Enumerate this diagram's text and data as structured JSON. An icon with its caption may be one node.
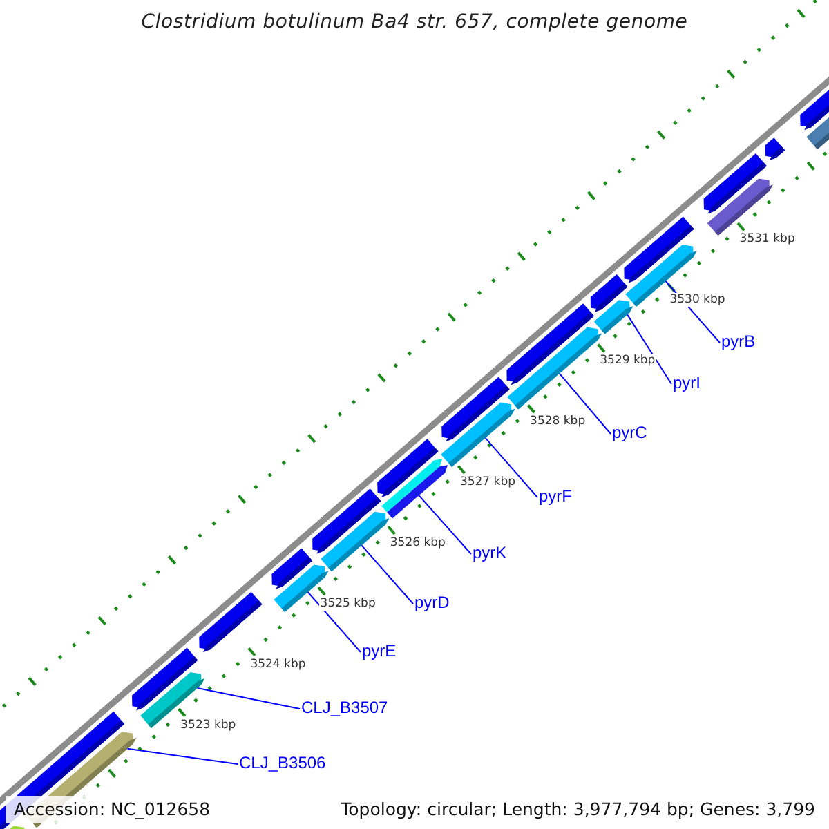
{
  "diagram": {
    "title": "Clostridium botulinum Ba4 str. 657, complete genome",
    "nodes": [
      {
        "text": [
          "pyrB"
        ]
      },
      {
        "text": [
          "pyrI"
        ]
      },
      {
        "text": [
          "pyrC"
        ]
      },
      {
        "text": [
          "pyrF"
        ]
      },
      {
        "text": [
          "pyrK"
        ]
      },
      {
        "text": [
          "pyrD"
        ]
      },
      {
        "text": [
          "pyrE"
        ]
      },
      {
        "text": [
          "CLJ_B3507"
        ]
      },
      {
        "text": [
          "CLJ_B3506"
        ]
      },
      {
        "text": [],
        "shape": "bar"
      },
      {
        "text": [],
        "shape": "bar"
      },
      {
        "text": [],
        "shape": "bar"
      },
      {
        "text": [],
        "shape": "bar"
      },
      {
        "text": [],
        "shape": "bar"
      },
      {
        "text": [],
        "shape": "bar"
      },
      {
        "text": [],
        "shape": "bar"
      },
      {
        "text": [],
        "shape": "bar"
      },
      {
        "text": [],
        "shape": "bar"
      }
    ],
    "edges": [
      {
        "from": 0,
        "to": 9,
        "arrow": "none"
      },
      {
        "from": 1,
        "to": 10,
        "arrow": "none"
      },
      {
        "from": 2,
        "to": 11,
        "arrow": "none"
      },
      {
        "from": 3,
        "to": 12,
        "arrow": "none"
      },
      {
        "from": 4,
        "to": 13,
        "arrow": "none"
      },
      {
        "from": 5,
        "to": 14,
        "arrow": "none"
      },
      {
        "from": 6,
        "to": 15,
        "arrow": "none"
      },
      {
        "from": 7,
        "to": 16,
        "arrow": "none"
      },
      {
        "from": 8,
        "to": 17,
        "arrow": "none"
      }
    ],
    "labels": [
      "3523 kbp",
      "3524 kbp",
      "3525 kbp",
      "3526 kbp",
      "3527 kbp",
      "3528 kbp",
      "3529 kbp",
      "3530 kbp",
      "3531 kbp",
      "Accession: NC_012658",
      "Topology: circular; Length: 3,977,794 bp; Genes: 3,799"
    ]
  }
}
